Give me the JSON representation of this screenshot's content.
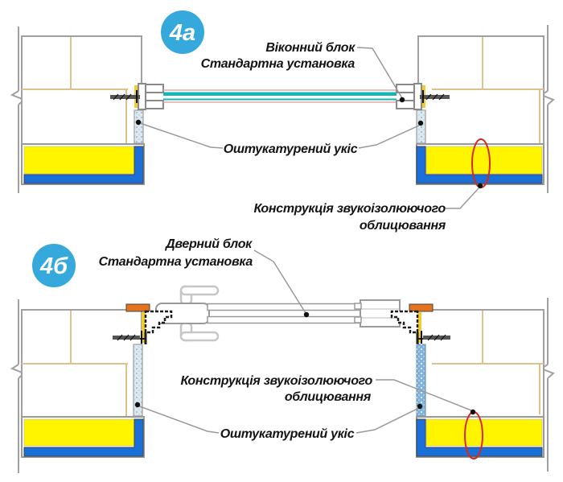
{
  "panels": [
    {
      "badge": "4а",
      "labels": {
        "block1": "Віконний блок",
        "block2": "Стандартна установка",
        "slope": "Оштукатурений укіс",
        "cladding1": "Конструкція звукоізолюючого",
        "cladding2": "облицювання"
      }
    },
    {
      "badge": "4б",
      "labels": {
        "block1": "Дверний блок",
        "block2": "Стандартна установка",
        "cladding1": "Конструкція звукоізолюючого",
        "cladding2": "облицювання",
        "slope": "Оштукатурений укіс"
      }
    }
  ],
  "colors": {
    "badge_blue": "#36a9dc",
    "outline_gray": "#a0a0a0",
    "joint_tan": "#dfc18d",
    "fill_yellow": "#fff500",
    "fill_blue": "#1b6fd8",
    "glazing_teal": "#14b6b6",
    "glazing_pink": "#dfaaaa",
    "sealant_yellow": "#f0cc30",
    "casing_orange": "#e4731d",
    "highlight_red": "#d8281e",
    "slope_light": "#dce9f1",
    "slope_medium": "#7fb2dc",
    "frame_dark": "#1e1e1e",
    "leader_gray": "#999999",
    "label_black": "#141414"
  }
}
